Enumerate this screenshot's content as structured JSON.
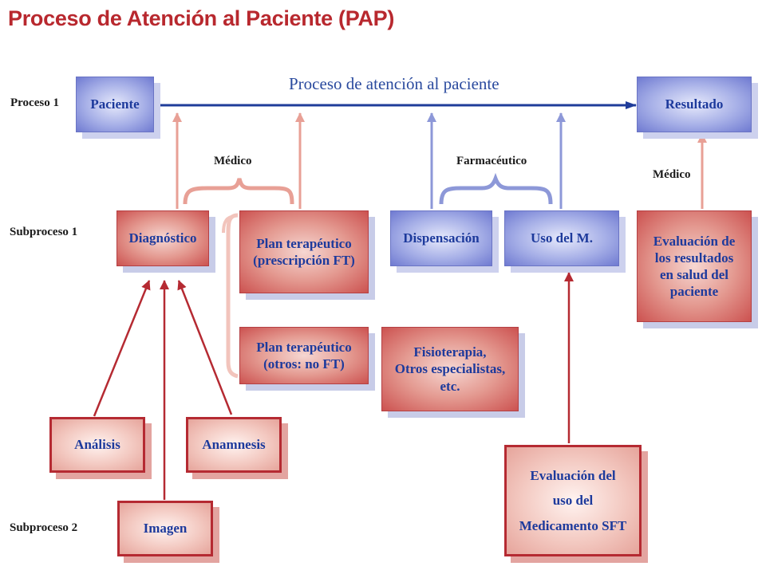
{
  "title": "Proceso de Atención al Paciente (PAP)",
  "row_labels": {
    "proceso1": "Proceso 1",
    "subproceso1": "Subproceso 1",
    "subproceso2": "Subproceso 2"
  },
  "flow_label": "Proceso de atención al paciente",
  "group_labels": {
    "medico_left": "Médico",
    "farmaceutico": "Farmacéutico",
    "medico_right": "Médico"
  },
  "nodes": {
    "paciente": "Paciente",
    "resultado": "Resultado",
    "diagnostico": "Diagnóstico",
    "plan_ft": "Plan terapéutico\n(prescripción FT)",
    "plan_no_ft": "Plan terapéutico\n(otros: no FT)",
    "fisioterapia": "Fisioterapia,\nOtros especialistas,\netc.",
    "dispensacion": "Dispensación",
    "uso_m": "Uso del M.",
    "evaluacion_resultados": "Evaluación de\nlos resultados\nen salud del\npaciente",
    "analisis": "Análisis",
    "anamnesis": "Anamnesis",
    "imagen": "Imagen",
    "evaluacion_sft": "Evaluación del\nuso del\nMedicamento SFT"
  },
  "colors": {
    "title": "#b8282e",
    "flow_arrow": "#1f3c9a",
    "pink_arrow": "#e8a096",
    "blue_arrow": "#8d98d8",
    "red_arrow": "#b52a32"
  }
}
